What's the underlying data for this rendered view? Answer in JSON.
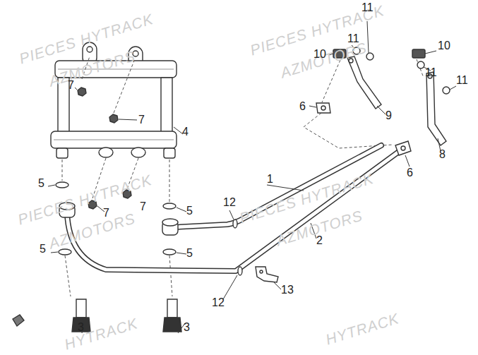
{
  "diagram": {
    "labels": [
      "PIECES HYTRACK",
      "AZMOTORS",
      "PIECES HYTRACK",
      "AZMOTORS",
      "11",
      "11",
      "10",
      "10",
      "11",
      "11",
      "7",
      "6",
      "9",
      "7",
      "4",
      "8",
      "6",
      "5",
      "7",
      "7",
      "5",
      "1",
      "12",
      "PIECES HYTRACK",
      "AZMOTORS",
      "PIECES HYTRACK",
      "AZMOTORS",
      "2",
      "5",
      "5",
      "13",
      "12",
      "3",
      "3",
      "HYTRACK",
      "HYTRACK"
    ]
  }
}
